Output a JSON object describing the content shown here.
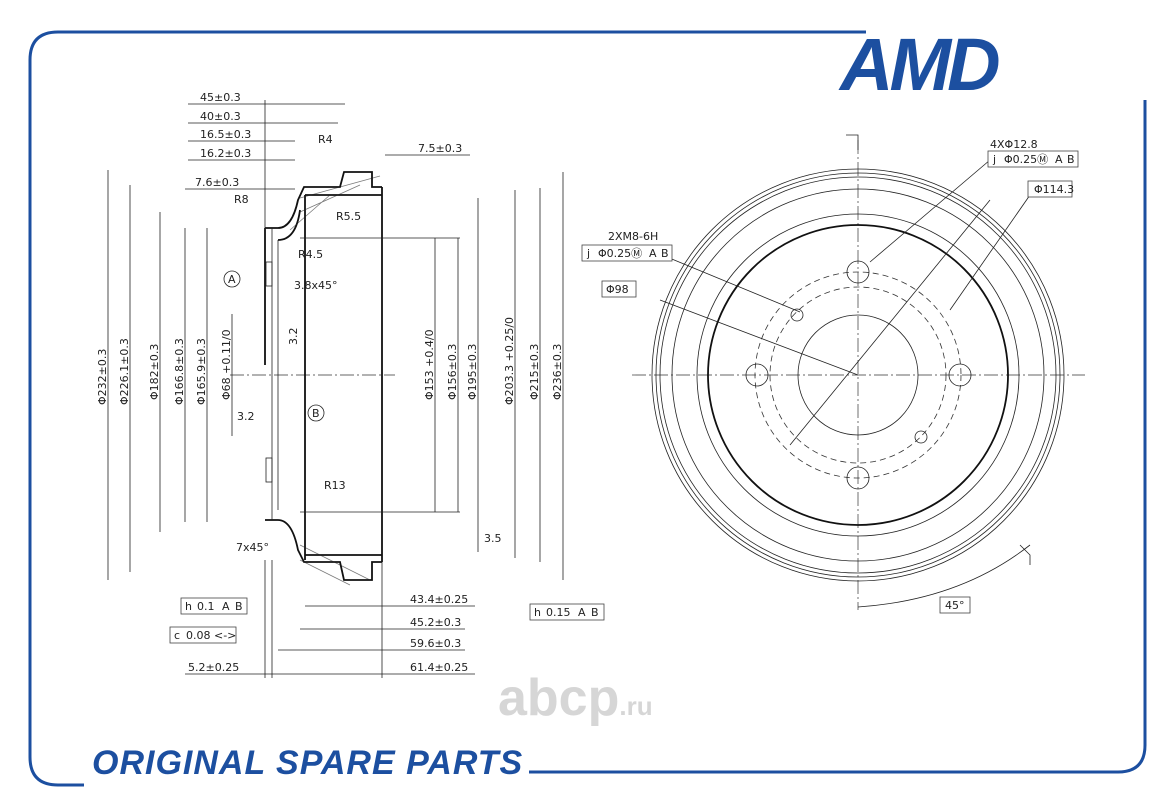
{
  "brand": {
    "logo": "AMD",
    "tagline": "ORIGINAL SPARE PARTS",
    "watermark_main": "abcp",
    "watermark_suffix": ".ru",
    "accent_color": "#1c4fa0"
  },
  "section_view": {
    "top_dims": [
      "45±0.3",
      "40±0.3",
      "16.5±0.3",
      "16.2±0.3",
      "7.6±0.3",
      "7.5±0.3"
    ],
    "radii": [
      "R4",
      "R8",
      "R5.5",
      "R4.5",
      "R13"
    ],
    "chamfers": [
      "3.8x45°",
      "7x45°"
    ],
    "datums": [
      "A",
      "B"
    ],
    "roughness": [
      "3.2",
      "3.2",
      "3.5"
    ],
    "left_diameters": [
      "Φ232±0.3",
      "Φ226.1±0.3",
      "Φ182±0.3",
      "Φ166.8±0.3",
      "Φ165.9±0.3",
      "Φ68 +0.11/0"
    ],
    "right_diameters": [
      "Φ153 +0.4/0",
      "Φ156±0.3",
      "Φ195±0.3",
      "Φ203.3 +0.25/0",
      "Φ215±0.3",
      "Φ236±0.3"
    ],
    "bottom_dims": [
      "43.4±0.25",
      "45.2±0.3",
      "59.6±0.3",
      "61.4±0.25",
      "5.2±0.25"
    ],
    "tolerance_frames": [
      {
        "symbol": "h",
        "value": "0.1",
        "refs": [
          "A",
          "B"
        ]
      },
      {
        "symbol": "c",
        "value": "0.08 <->",
        "refs": []
      },
      {
        "symbol": "h",
        "value": "0.15",
        "refs": [
          "A",
          "B"
        ]
      }
    ]
  },
  "front_view": {
    "bolt_holes": "4XΦ12.8",
    "bolt_frame": {
      "symbol": "j",
      "value": "Φ0.25Ⓜ",
      "refs": [
        "A",
        "B"
      ]
    },
    "pcd": "Φ114.3",
    "thread": "2XM8-6H",
    "thread_frame": {
      "symbol": "j",
      "value": "Φ0.25Ⓜ",
      "refs": [
        "A",
        "B"
      ]
    },
    "inner_pcd": "Φ98",
    "angle": "45°"
  }
}
